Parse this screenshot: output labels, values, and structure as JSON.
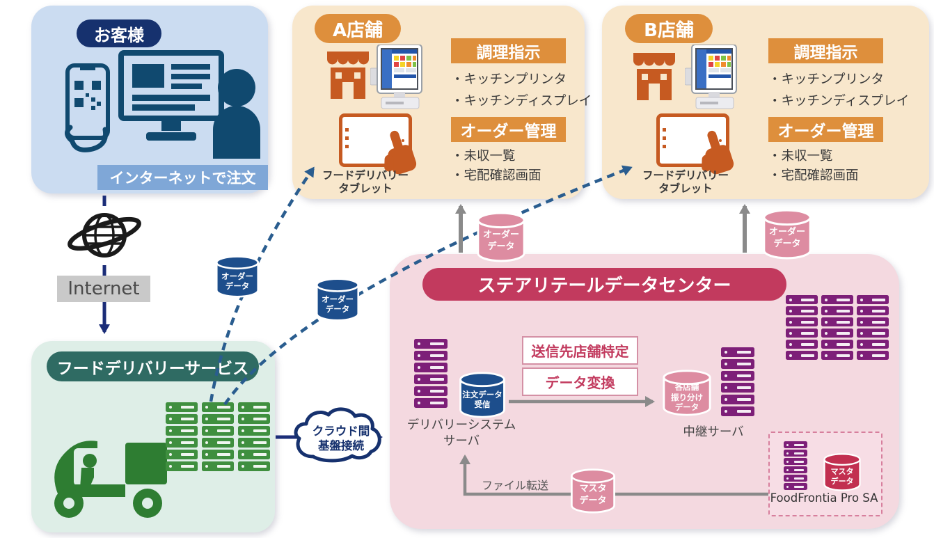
{
  "colors": {
    "navy": "#16316e",
    "steel_blue": "#2a5d8f",
    "orange": "#de8f3c",
    "store_orange": "#c65a21",
    "crimson": "#c23a5e",
    "pink_cylinder": "#dd8ca1",
    "blue_cylinder": "#1d4e8c",
    "purple_server": "#7d1f78",
    "green": "#2e7d32",
    "teal_pill": "#2f6b63",
    "gray_arrow": "#8a8a8a"
  },
  "customer": {
    "label": "お客様",
    "caption": "インターネットで注文"
  },
  "internet": {
    "label": "Internet"
  },
  "delivery_service": {
    "label": "フードデリバリーサービス"
  },
  "cloud": {
    "line1": "クラウド間",
    "line2": "基盤接続"
  },
  "order_data": {
    "line1": "オーダー",
    "line2": "データ"
  },
  "stores": {
    "a": {
      "label": "A店舗"
    },
    "b": {
      "label": "B店舗"
    },
    "tablet": {
      "line1": "フードデリバリー",
      "line2": "タブレット"
    },
    "sections": [
      {
        "title": "調理指示",
        "items": [
          "・キッチンプリンタ",
          "・キッチンディスプレイ"
        ]
      },
      {
        "title": "オーダー管理",
        "items": [
          "・未収一覧",
          "・宅配確認画面"
        ]
      }
    ]
  },
  "datacenter": {
    "title": "ステアリテールデータセンター",
    "order_receive": {
      "line1": "注文データ",
      "line2": "受信"
    },
    "delivery_server": {
      "line1": "デリバリーシステム",
      "line2": "サーバ"
    },
    "steps": [
      "送信先店舗特定",
      "データ変換"
    ],
    "distribute": {
      "line1": "各店舗",
      "line2": "振り分け",
      "line3": "データ"
    },
    "relay_label": "中継サーバ",
    "file_transfer_label": "ファイル転送",
    "master_data": {
      "line1": "マスタ",
      "line2": "データ"
    },
    "foodfrontia_label": "FoodFrontia Pro SA"
  }
}
